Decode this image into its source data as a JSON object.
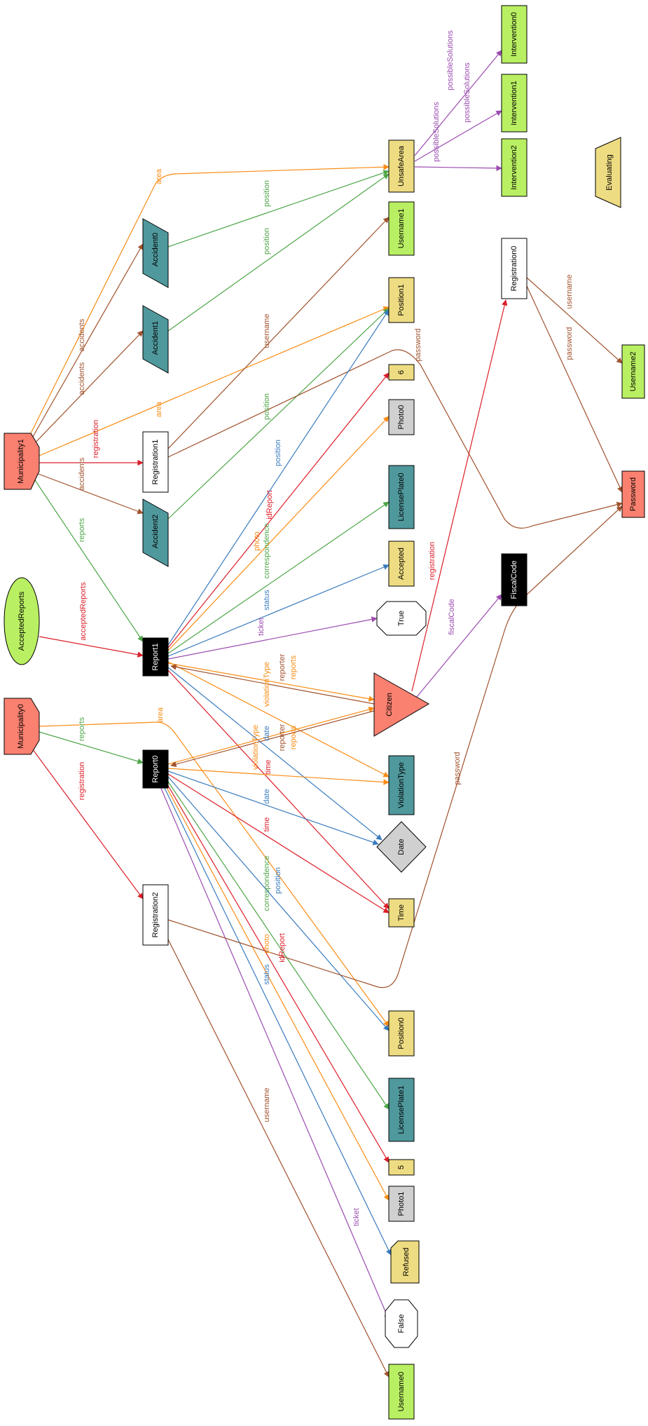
{
  "colors": {
    "salmon": "#fa8070",
    "teal": "#4f989c",
    "yellow": "#eedc82",
    "lime": "#b9ef62",
    "gray": "#d0d0d0",
    "black": "#000000",
    "white": "#ffffff",
    "orange": "#fa8c14",
    "brown": "#a0522d",
    "red": "#dc1e28",
    "green": "#4ea648",
    "blue": "#3a7bbd",
    "purple": "#9b4bb0"
  },
  "nodes": {
    "municipality1": "Municipality1",
    "municipality0": "Municipality0",
    "acceptedReports": "AcceptedReports",
    "accident0": "Accident0",
    "accident1": "Accident1",
    "accident2": "Accident2",
    "registration1": "Registration1",
    "registration2": "Registration2",
    "registration0": "Registration0",
    "report1": "Report1",
    "report0": "Report0",
    "unsafeArea": "UnsafeArea",
    "username1": "Username1",
    "username2": "Username2",
    "username0": "Username0",
    "position1": "Position1",
    "position0": "Position0",
    "n6": "6",
    "n5": "5",
    "photo0": "Photo0",
    "photo1": "Photo1",
    "licensePlate0": "LicensePlate0",
    "licensePlate1": "LicensePlate1",
    "accepted": "Accepted",
    "refused": "Refused",
    "true": "True",
    "false": "False",
    "citizen": "Citizen",
    "violationType": "ViolationType",
    "date": "Date",
    "time": "Time",
    "intervention0": "Intervention0",
    "intervention1": "Intervention1",
    "intervention2": "Intervention2",
    "evaluating": "Evaluating",
    "password": "Password",
    "fiscalCode": "FiscalCode"
  },
  "edge_labels": {
    "area": "area",
    "accidents": "accidents",
    "registration": "registration",
    "reports": "reports",
    "acceptedReports": "acceptedReports",
    "position": "position",
    "username": "username",
    "password": "password",
    "possibleSolutions": "possibleSolutions",
    "idReport": "idReport",
    "photo": "photo",
    "correspondence": "correspondence",
    "status": "status",
    "ticket": "ticket",
    "violationType": "violationType",
    "reporter": "reporter",
    "date": "date",
    "time": "time",
    "fiscalCode": "fiscalCode"
  }
}
